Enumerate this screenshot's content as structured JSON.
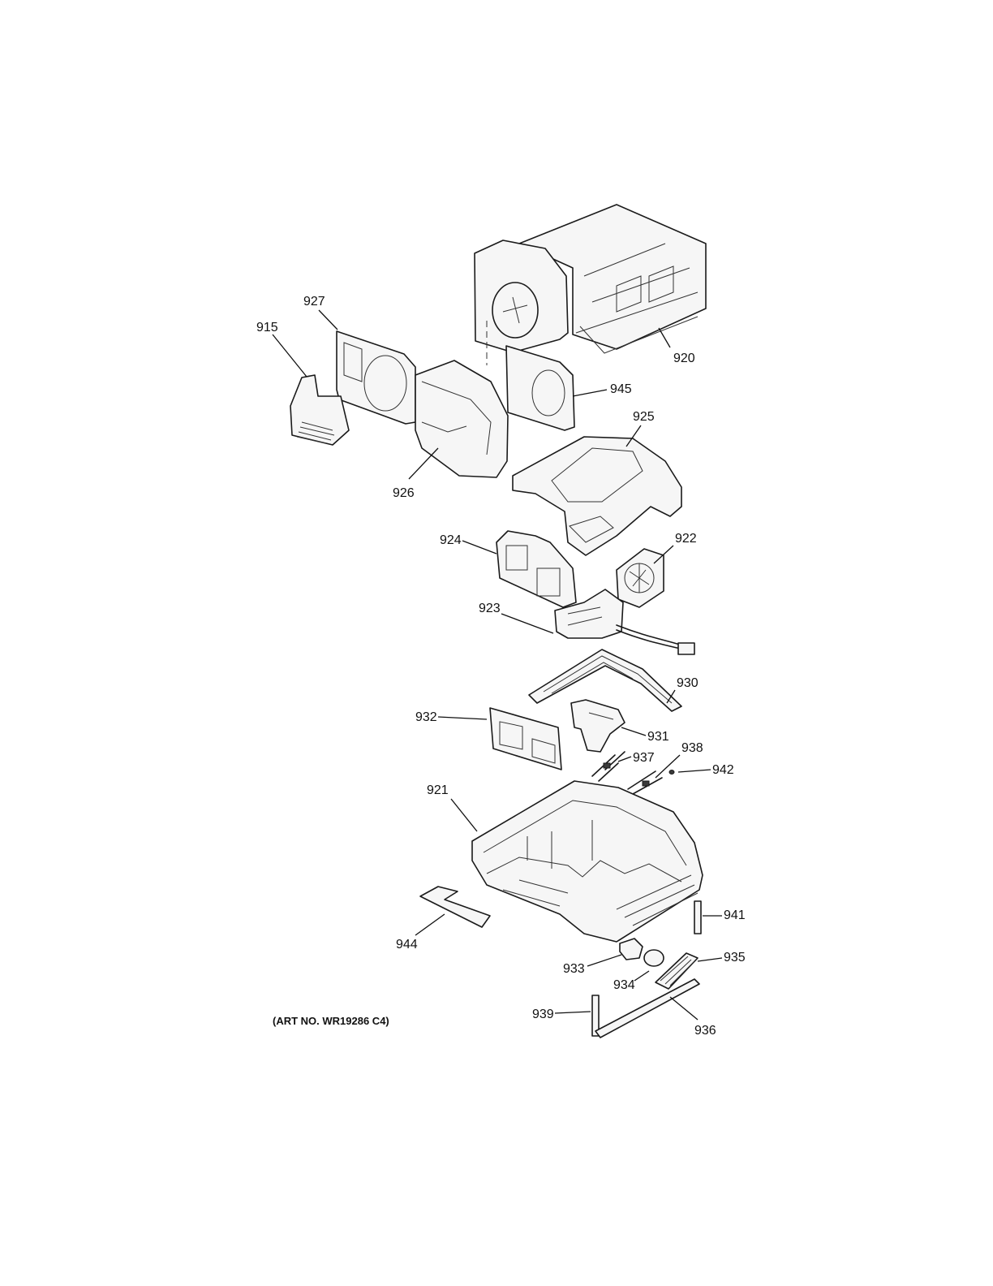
{
  "art_number": "(ART NO. WR19286 C4)",
  "callouts": {
    "p915": "915",
    "p920": "920",
    "p921": "921",
    "p922": "922",
    "p923": "923",
    "p924": "924",
    "p925": "925",
    "p926": "926",
    "p927": "927",
    "p930": "930",
    "p931": "931",
    "p932": "932",
    "p933": "933",
    "p934": "934",
    "p935": "935",
    "p936": "936",
    "p937": "937",
    "p938": "938",
    "p939": "939",
    "p941": "941",
    "p942": "942",
    "p944": "944",
    "p945": "945"
  }
}
